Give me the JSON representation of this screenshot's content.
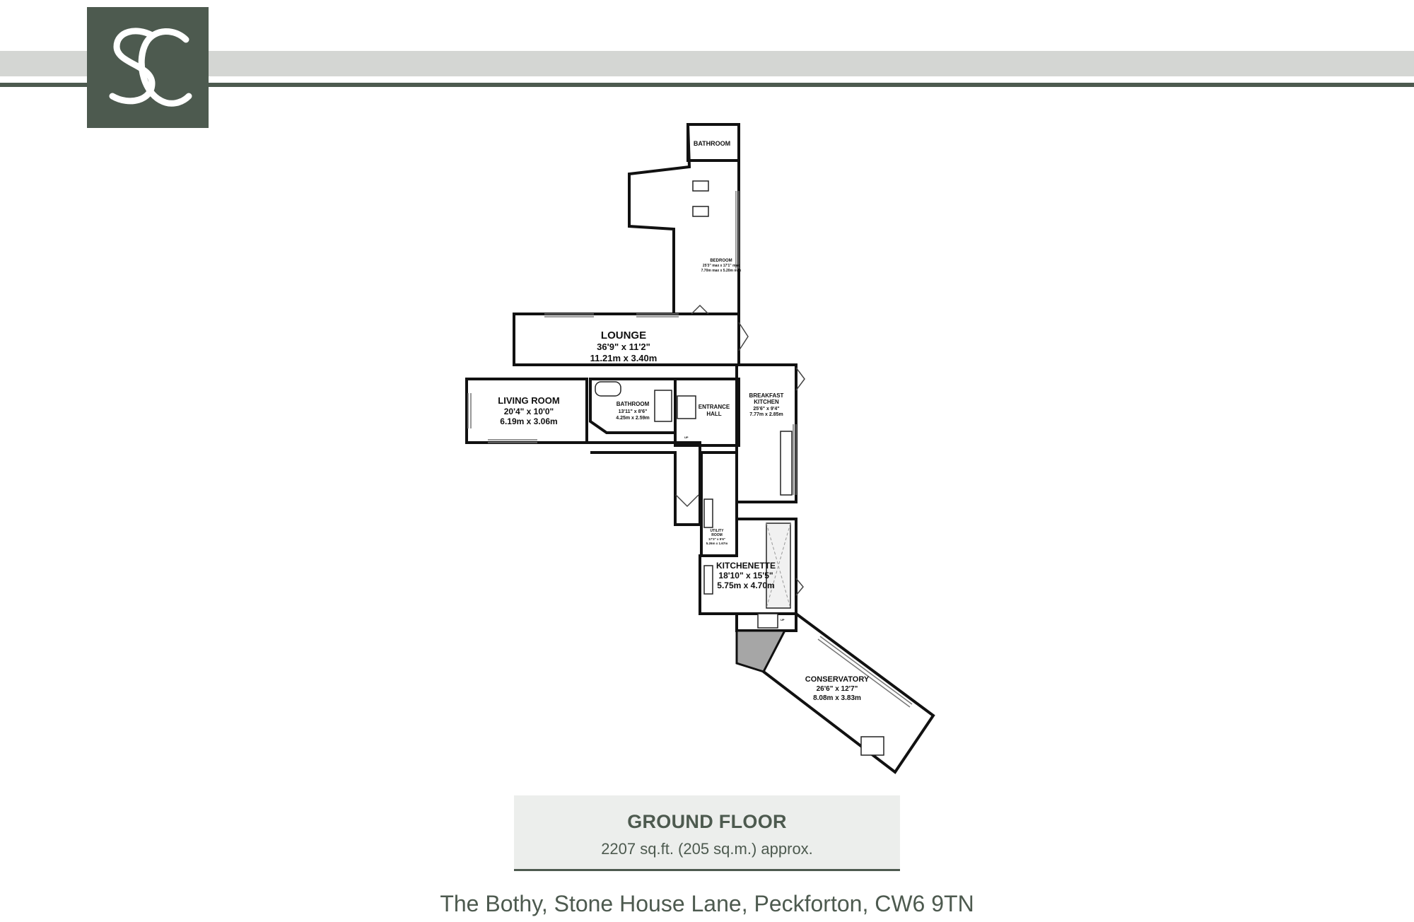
{
  "logo": {
    "letters": "SC"
  },
  "rooms": {
    "bathroom_top": {
      "name": "BATHROOM"
    },
    "bedroom": {
      "name": "BEDROOM",
      "imperial": "25'3\" max x 17'1\" max",
      "metric": "7.70m max x 5.20m max"
    },
    "lounge": {
      "name": "LOUNGE",
      "imperial": "36'9\"  x 11'2\"",
      "metric": "11.21m  x 3.40m"
    },
    "living_room": {
      "name": "LIVING ROOM",
      "imperial": "20'4\"  x 10'0\"",
      "metric": "6.19m  x 3.06m"
    },
    "bathroom_mid": {
      "name": "BATHROOM",
      "imperial": "13'11\" x 8'6\"",
      "metric": "4.25m  x 2.59m"
    },
    "entrance_hall": {
      "line1": "ENTRANCE",
      "line2": "HALL"
    },
    "breakfast_kitchen": {
      "line1": "BREAKFAST",
      "line2": "KITCHEN",
      "imperial": "25'6\" x 9'4\"",
      "metric": "7.77m  x 2.85m"
    },
    "utility_room": {
      "line1": "UTILITY",
      "line2": "ROOM",
      "imperial": "17'3\" x 5'6\"",
      "metric": "5.26m  x 1.67m"
    },
    "kitchenette": {
      "name": "KITCHENETTE",
      "imperial": "18'10\"  x 15'5\"",
      "metric": "5.75m  x 4.70m"
    },
    "conservatory": {
      "name": "CONSERVATORY",
      "imperial": "26'6\"  x 12'7\"",
      "metric": "8.08m  x 3.83m"
    }
  },
  "stair_marks": {
    "up1": "UP",
    "up2": "UP"
  },
  "floor": {
    "title": "GROUND FLOOR",
    "area": "2207 sq.ft. (205 sq.m.) approx."
  },
  "address": "The Bothy, Stone House Lane, Peckforton, CW6 9TN",
  "colors": {
    "brand": "#4d5a4f",
    "band": "#d4d6d3",
    "label_bg": "#eceeec"
  }
}
